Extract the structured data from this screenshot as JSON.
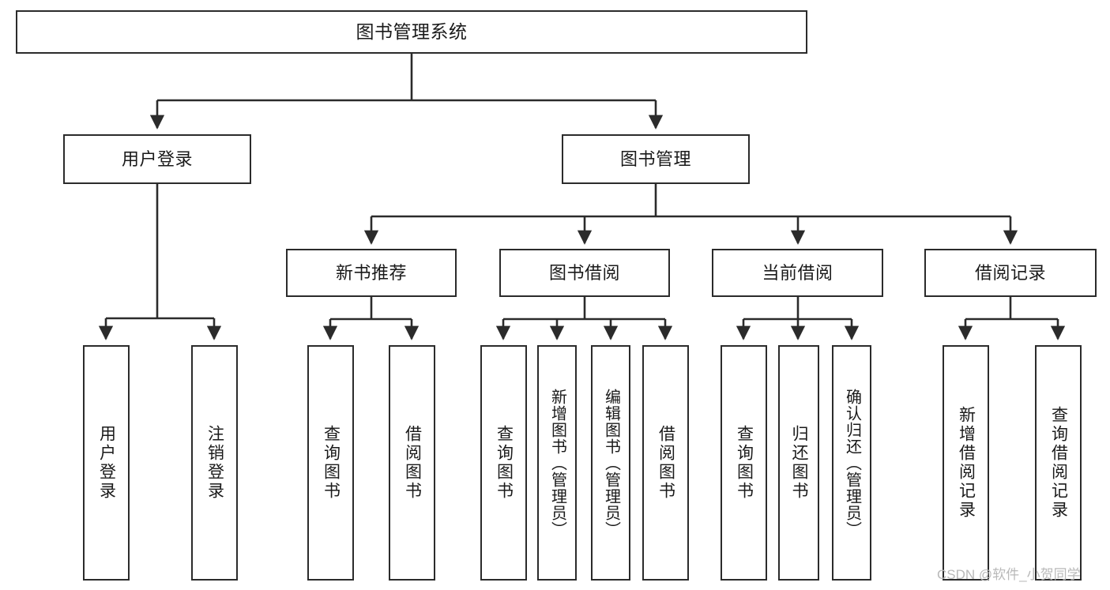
{
  "diagram": {
    "type": "tree",
    "title": "图书管理系统",
    "orientation": "top-down",
    "colors": {
      "node_border": "#2b2b2b",
      "node_fill": "#ffffff",
      "edge": "#2b2b2b",
      "text": "#1a1a1a",
      "watermark": "#b9b9b9",
      "background": "#ffffff"
    }
  },
  "nodes": {
    "root": {
      "label": "图书管理系统"
    },
    "level2": [
      {
        "id": "user-login",
        "label": "用户登录"
      },
      {
        "id": "book-manage",
        "label": "图书管理"
      }
    ],
    "level3": [
      {
        "id": "new-book-recommend",
        "label": "新书推荐"
      },
      {
        "id": "book-borrow",
        "label": "图书借阅"
      },
      {
        "id": "current-borrow",
        "label": "当前借阅"
      },
      {
        "id": "borrow-record",
        "label": "借阅记录"
      }
    ],
    "leaves": {
      "user_login": [
        {
          "id": "leaf-user-login",
          "label": "用户登录"
        },
        {
          "id": "leaf-logout",
          "label": "注销登录"
        }
      ],
      "new_book_recommend": [
        {
          "id": "leaf-query-book-1",
          "label": "查询图书"
        },
        {
          "id": "leaf-borrow-book-1",
          "label": "借阅图书"
        }
      ],
      "book_borrow": [
        {
          "id": "leaf-query-book-2",
          "label": "查询图书"
        },
        {
          "id": "leaf-add-book",
          "label": "新增图书（管理员）"
        },
        {
          "id": "leaf-edit-book",
          "label": "编辑图书（管理员）"
        },
        {
          "id": "leaf-borrow-book-2",
          "label": "借阅图书"
        }
      ],
      "current_borrow": [
        {
          "id": "leaf-query-book-3",
          "label": "查询图书"
        },
        {
          "id": "leaf-return-book",
          "label": "归还图书"
        },
        {
          "id": "leaf-confirm-return",
          "label": "确认归还（管理员）"
        }
      ],
      "borrow_record": [
        {
          "id": "leaf-add-record",
          "label": "新增借阅记录"
        },
        {
          "id": "leaf-query-record",
          "label": "查询借阅记录"
        }
      ]
    }
  },
  "watermark": {
    "text": "CSDN @软件_小贺同学"
  }
}
